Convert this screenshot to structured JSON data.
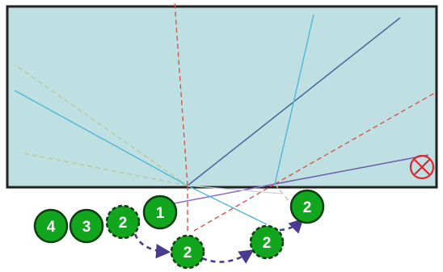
{
  "colors": {
    "board": "#bfe0e3",
    "board_border": "#222222",
    "ball_fill": "#12a51e",
    "ball_border": "#0b3d10",
    "path_arrow": "#4b3a8f",
    "target": "#e0262a"
  },
  "queue_balls": [
    {
      "label": "4",
      "style": "solid"
    },
    {
      "label": "3",
      "style": "solid"
    },
    {
      "label": "2",
      "style": "dashed"
    }
  ],
  "active_ball": {
    "label": "1",
    "style": "solid"
  },
  "path_balls": [
    {
      "label": "2",
      "style": "dashed"
    },
    {
      "label": "2",
      "style": "dashed"
    },
    {
      "label": "2",
      "style": "solid"
    }
  ],
  "target_icon": "target-x-icon"
}
